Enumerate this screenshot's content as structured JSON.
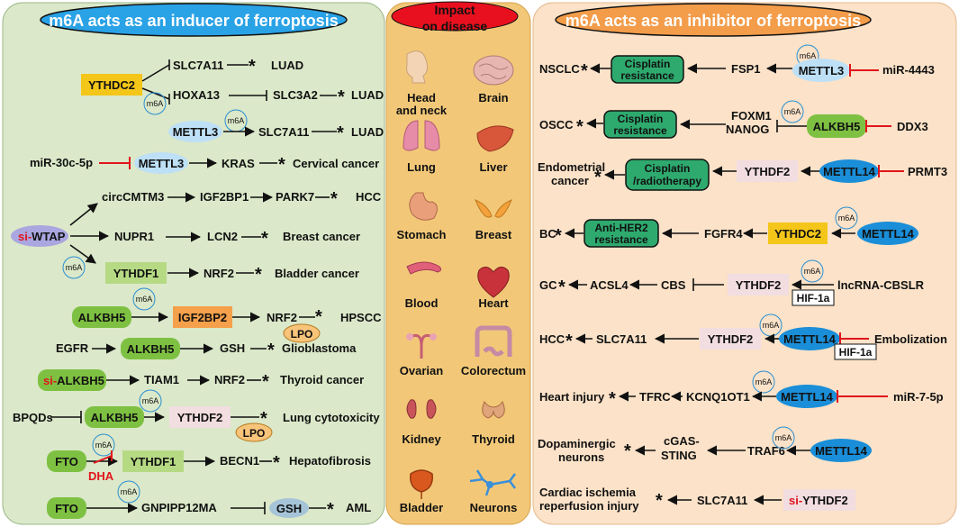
{
  "colors": {
    "left_bg": "#dbe8c9",
    "mid_bg": "#f2c878",
    "right_bg": "#fbe2c8",
    "left_title_fill": "#2aa2e6",
    "mid_title_fill": "#e8101e",
    "right_title_fill": "#f39c4a",
    "green_box": "#7ec142",
    "dark_green_box": "#2eaa6e",
    "yellow_box": "#f4c619",
    "orange_box": "#f5a04a",
    "light_green_box": "#b6da84",
    "pink_box": "#f2dde1",
    "light_blue_ellipse": "#bde0f6",
    "blue_ellipse": "#1a8ed8",
    "lpo_ellipse": "#f8c47a",
    "si_red": "#e0161c",
    "inhibit_red": "#e0161c"
  },
  "left_title": "m6A acts as an inducer of ferroptosis",
  "mid_title": "Impact on disease",
  "right_title": "m6A acts as an inhibitor of ferroptosis",
  "organs": [
    "Head and neck",
    "Brain",
    "Lung",
    "Liver",
    "Stomach",
    "Breast",
    "Blood",
    "Heart",
    "Ovarian",
    "Colorectum",
    "Kidney",
    "Thyroid",
    "Bladder",
    "Neurons"
  ],
  "m6a": "m6A",
  "left": {
    "r1": {
      "target": "SLC7A11",
      "disease": "LUAD"
    },
    "r2": {
      "reader": "YTHDC2",
      "target": "HOXA13",
      "mid": "SLC3A2",
      "disease": "LUAD"
    },
    "r3": {
      "writer": "METTL3",
      "target": "SLC7A11",
      "disease": "LUAD"
    },
    "r4": {
      "mirna": "miR-30c-5p",
      "writer": "METTL3",
      "target": "KRAS",
      "disease": "Cervical cancer"
    },
    "r5": {
      "a": "circCMTM3",
      "b": "IGF2BP1",
      "c": "PARK7",
      "disease": "HCC"
    },
    "r6": {
      "si": "si-",
      "name": "WTAP",
      "a": "NUPR1",
      "b": "LCN2",
      "disease": "Breast cancer"
    },
    "r7": {
      "reader": "YTHDF1",
      "target": "NRF2",
      "disease": "Bladder cancer"
    },
    "r8": {
      "eraser": "ALKBH5",
      "reader": "IGF2BP2",
      "target": "NRF2",
      "lpo": "LPO",
      "disease": "HPSCC"
    },
    "r9": {
      "src": "EGFR",
      "eraser": "ALKBH5",
      "target": "GSH",
      "disease": "Glioblastoma"
    },
    "r10": {
      "si": "si-",
      "name": "ALKBH5",
      "a": "TIAM1",
      "b": "NRF2",
      "disease": "Thyroid cancer"
    },
    "r11": {
      "src": "BPQDs",
      "eraser": "ALKBH5",
      "reader": "YTHDF2",
      "lpo": "LPO",
      "disease": "Lung cytotoxicity"
    },
    "r12": {
      "eraser": "FTO",
      "drug": "DHA",
      "reader": "YTHDF1",
      "target": "BECN1",
      "disease": "Hepatofibrosis"
    },
    "r13": {
      "eraser": "FTO",
      "target": "GNPIPP12MA",
      "gsh": "GSH",
      "disease": "AML"
    }
  },
  "right": {
    "r1": {
      "disease": "NSCLC",
      "effect": "Cisplatin resistance",
      "target": "FSP1",
      "writer": "METTL3",
      "mirna": "miR-4443"
    },
    "r2": {
      "disease": "OSCC",
      "effect": "Cisplatin resistance",
      "target1": "FOXM1",
      "target2": "NANOG",
      "eraser": "ALKBH5",
      "reg": "DDX3"
    },
    "r3": {
      "disease1": "Endometrial",
      "disease2": "cancer",
      "effect1": "Cisplatin",
      "effect2": "/radiotherapy",
      "reader": "YTHDF2",
      "writer": "METTL14",
      "reg": "PRMT3"
    },
    "r4": {
      "disease": "BC",
      "effect1": "Anti-HER2",
      "effect2": "resistance",
      "target": "FGFR4",
      "reader": "YTHDC2",
      "writer": "METTL14"
    },
    "r5": {
      "disease": "GC",
      "a": "ACSL4",
      "b": "CBS",
      "reader": "YTHDF2",
      "lnc": "lncRNA-CBSLR",
      "hif": "HIF-1a"
    },
    "r6": {
      "disease": "HCC",
      "target": "SLC7A11",
      "reader": "YTHDF2",
      "writer": "METTL14",
      "reg": "Embolization",
      "hif": "HIF-1a"
    },
    "r7": {
      "disease": "Heart injury",
      "a": "TFRC",
      "b": "KCNQ1OT1",
      "writer": "METTL14",
      "mirna": "miR-7-5p"
    },
    "r8": {
      "disease1": "Dopaminergic",
      "disease2": "neurons",
      "a1": "cGAS-",
      "a2": "STING",
      "b": "TRAF6",
      "writer": "METTL14"
    },
    "r9": {
      "disease1": "Cardiac ischemia",
      "disease2": "reperfusion injury",
      "target": "SLC7A11",
      "si": "si-",
      "name": "YTHDF2"
    }
  }
}
